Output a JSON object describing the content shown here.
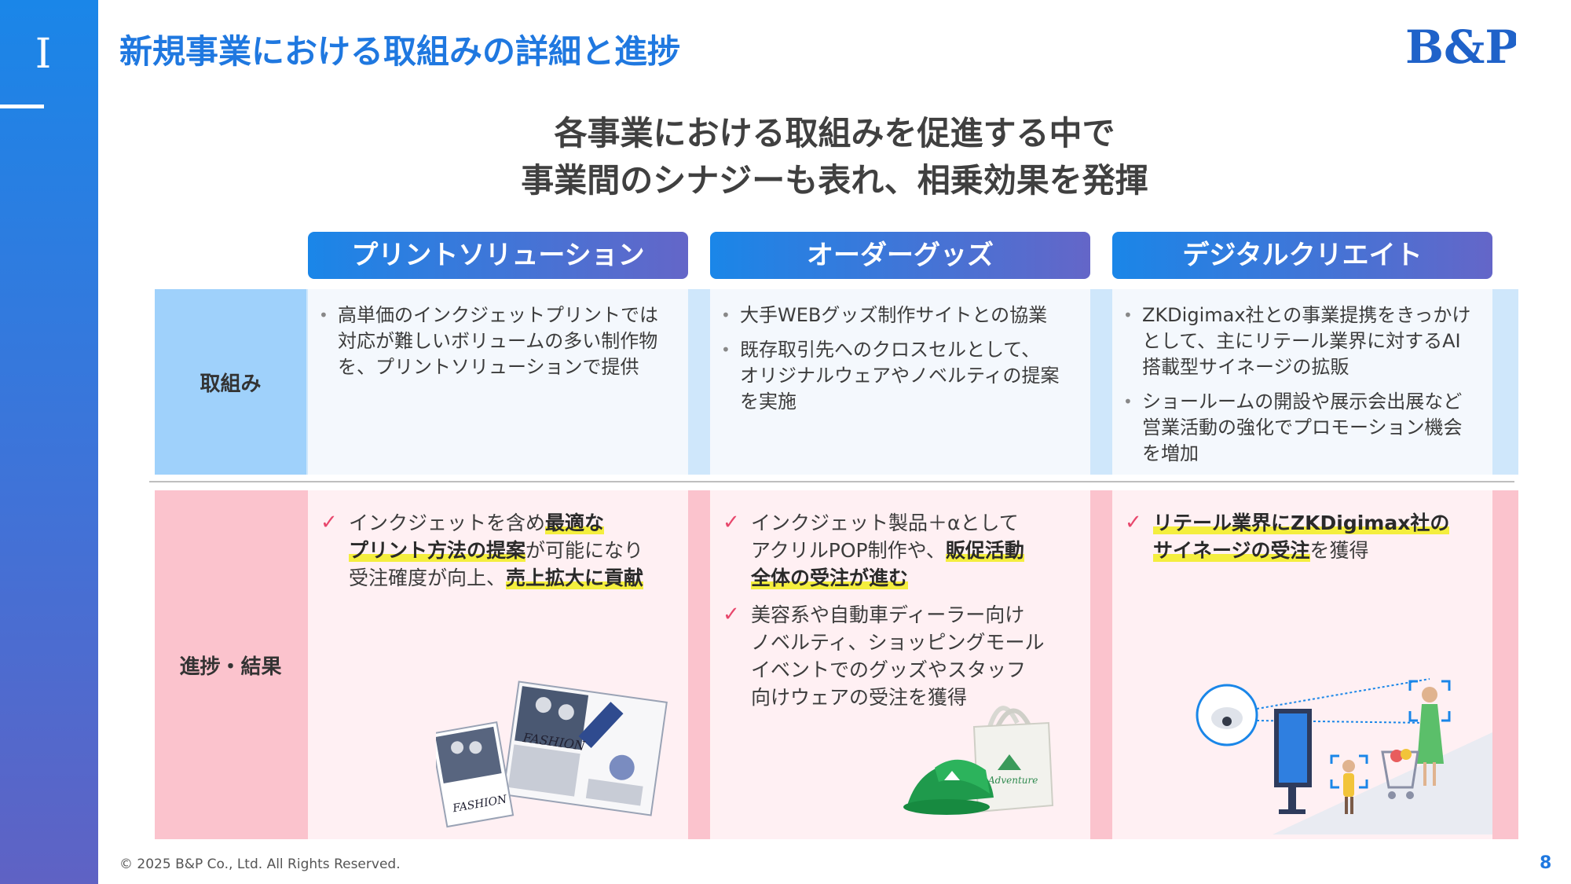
{
  "section": {
    "numeral": "I"
  },
  "title": "新規事業における取組みの詳細と進捗",
  "headline": {
    "line1": "各事業における取組みを促進する中で",
    "line2": "事業間のシナジーも表れ、相乗効果を発揮"
  },
  "columns": [
    {
      "label": "プリントソリューション"
    },
    {
      "label": "オーダーグッズ"
    },
    {
      "label": "デジタルクリエイト"
    }
  ],
  "rows": {
    "efforts_label": "取組み",
    "progress_label": "進捗・結果"
  },
  "efforts": {
    "print": {
      "b1": [
        "高単価のインクジェットプリントでは",
        "対応が難しいボリュームの多い制作物",
        "を、プリントソリューションで提供"
      ]
    },
    "goods": {
      "b1": [
        "大手WEBグッズ制作サイトとの協業"
      ],
      "b2": [
        "既存取引先へのクロスセルとして、",
        "オリジナルウェアやノベルティの提案",
        "を実施"
      ]
    },
    "digital": {
      "b1": [
        "ZKDigimax社との事業提携をきっかけ",
        "として、主にリテール業界に対するAI",
        "搭載型サイネージの拡販"
      ],
      "b2": [
        "ショールームの開設や展示会出展など",
        "営業活動の強化でプロモーション機会",
        "を増加"
      ]
    }
  },
  "progress": {
    "print": {
      "l1a": "インクジェットを含め",
      "l1b": "最適な",
      "l2a": "プリント方法の提案",
      "l2b": "が可能になり",
      "l3a": "受注確度が向上、",
      "l3b": "売上拡大に貢献"
    },
    "goods": {
      "c1_l1": "インクジェット製品＋αとして",
      "c1_l2a": "アクリルPOP制作や、",
      "c1_l2b": "販促活動",
      "c1_l3": "全体の受注が進む",
      "c2": [
        "美容系や自動車ディーラー向け",
        "ノベルティ、ショッピングモール",
        "イベントでのグッズやスタッフ",
        "向けウェアの受注を獲得"
      ]
    },
    "digital": {
      "l1": "リテール業界にZKDigimax社の",
      "l2a": "サイネージの受注",
      "l2b": "を獲得"
    }
  },
  "illustrations": {
    "fashion1": "FASHION",
    "fashion2": "FASHION",
    "bag": "Adventure"
  },
  "footer": {
    "copyright": "© 2025 B&P Co., Ltd. All Rights Reserved.",
    "page": "8"
  },
  "logo": {
    "text": "B&P"
  },
  "colors": {
    "primary": "#1f78e0",
    "efforts_bg": "#f4f8fd",
    "efforts_side": "#cfe7fb",
    "efforts_label_bg": "#9fd1fb",
    "progress_bg": "#fff0f3",
    "progress_side": "#fbc3cd",
    "progress_label_bg": "#fbc3cd",
    "highlight": "#f4ee3e",
    "check": "#e8476c"
  }
}
